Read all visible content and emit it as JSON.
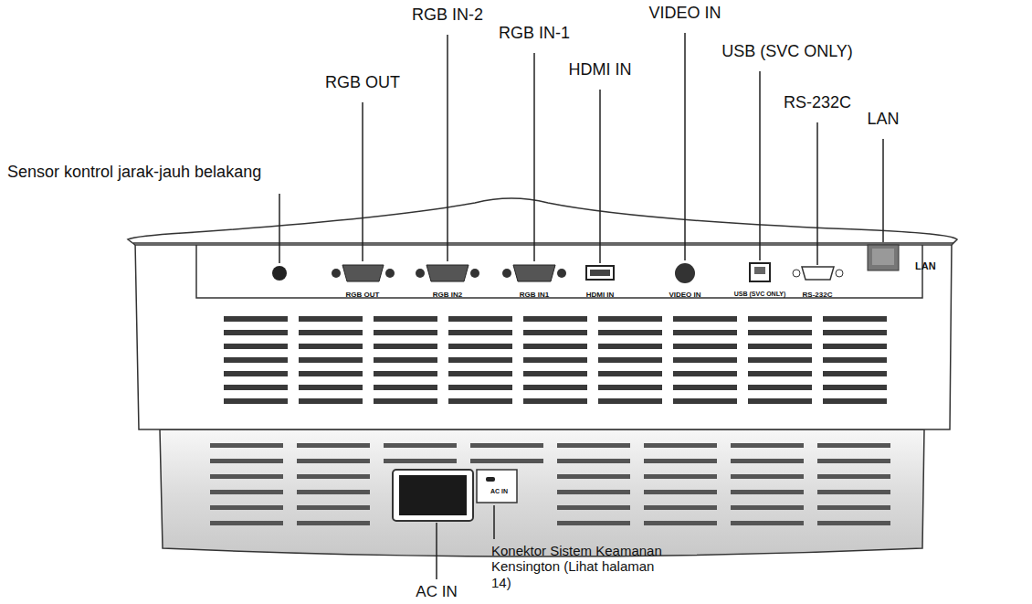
{
  "diagram": {
    "labels": [
      "RGB IN-2",
      "VIDEO IN",
      "RGB IN-1",
      "USB (SVC ONLY)",
      "RGB OUT",
      "HDMI IN",
      "RS-232C",
      "LAN",
      "Sensor kontrol jarak-jauh belakang",
      "RGB OUT",
      "RGB IN2",
      "RGB IN1",
      "HDMI IN",
      "VIDEO IN",
      "USB (SVC ONLY)",
      "RS-232C",
      "LAN",
      "AC IN",
      "Konektor Sistem Keamanan Kensington (Lihat halaman 14)",
      "AC IN"
    ]
  }
}
